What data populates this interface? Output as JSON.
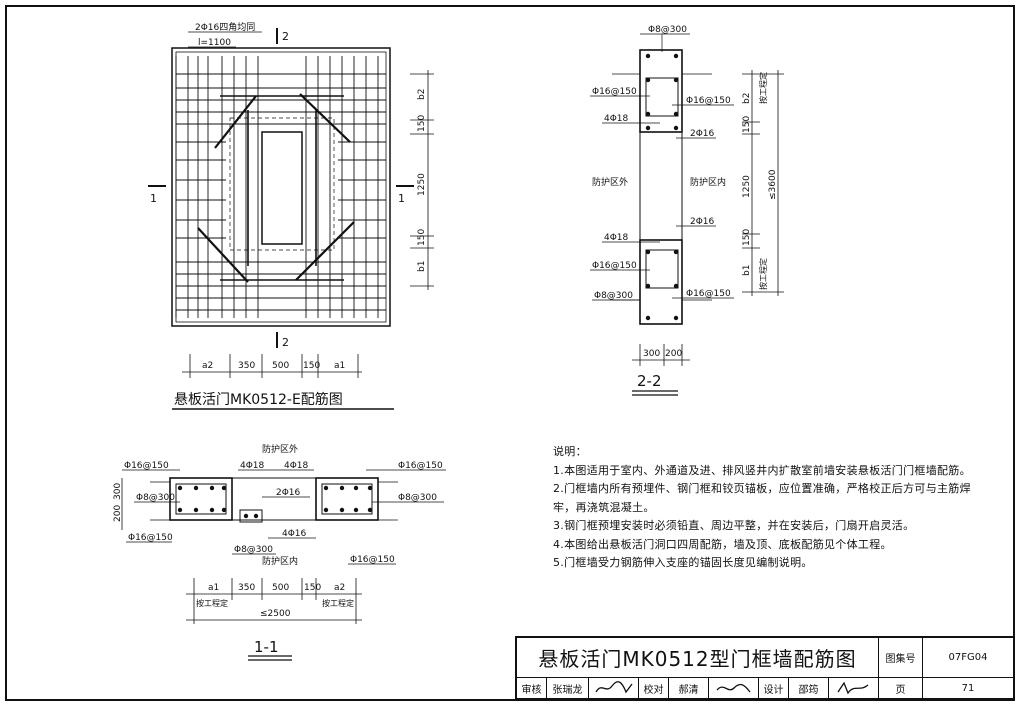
{
  "plan": {
    "bar_note_line1": "2Φ16四角均同",
    "bar_note_line2": "l=1100",
    "section_mark_top": "2",
    "section_mark_bottom": "2",
    "section_mark_left": "1",
    "section_mark_right": "1",
    "dims_right": [
      "b2",
      "150",
      "1250",
      "150",
      "b1"
    ],
    "dims_bottom": [
      "a2",
      "350",
      "500",
      "150",
      "a1"
    ],
    "caption": "悬板活门MK0512-E配筋图"
  },
  "section22": {
    "top_bar": "Φ8@300",
    "left_labels": [
      "Φ16@150",
      "4Φ18",
      "4Φ18",
      "Φ16@150",
      "Φ8@300"
    ],
    "right_labels": [
      "Φ16@150",
      "2Φ16",
      "2Φ16",
      "Φ16@150"
    ],
    "outer_side": "防护区外",
    "inner_side": "防护区内",
    "dims": [
      "b2",
      "150",
      "1250",
      "150",
      "b1"
    ],
    "total": "≤3600",
    "project_note": "按工程定",
    "bottom_dims": [
      "300",
      "200"
    ],
    "caption": "2-2"
  },
  "section11": {
    "outer_side": "防护区外",
    "inner_side": "防护区内",
    "top_labels": [
      "4Φ18",
      "4Φ18"
    ],
    "left_labels": [
      "Φ16@150",
      "Φ8@300",
      "Φ16@150"
    ],
    "right_labels": [
      "Φ16@150",
      "Φ8@300",
      "Φ16@150"
    ],
    "mid_labels": [
      "2Φ16",
      "4Φ16",
      "Φ8@300"
    ],
    "left_dims": [
      "200",
      "300"
    ],
    "dims": [
      "a1",
      "350",
      "500",
      "150",
      "a2"
    ],
    "project_note": "按工程定",
    "total": "≤2500",
    "caption": "1-1"
  },
  "notes": {
    "heading": "说明：",
    "items": [
      "1.本图适用于室内、外通道及进、排风竖井内扩散室前墙安装悬板活门门框墙配筋。",
      "2.门框墙内所有预埋件、钢门框和铰页锚板，应位置准确，严格校正后方可与主筋焊",
      "牢，再浇筑混凝土。",
      "3.钢门框预埋安装时必须铅直、周边平整，并在安装后，门扇开启灵活。",
      "4.本图给出悬板活门洞口四周配筋，墙及顶、底板配筋见个体工程。",
      "5.门框墙受力钢筋伸入支座的锚固长度见编制说明。"
    ]
  },
  "title_block": {
    "title": "悬板活门MK0512型门框墙配筋图",
    "atlas_label": "图集号",
    "atlas_no": "07FG04",
    "review_label": "审核",
    "reviewer": "张瑞龙",
    "check_label": "校对",
    "checker": "郝清",
    "design_label": "设计",
    "designer": "邵筠",
    "page_label": "页",
    "page_no": "71"
  }
}
